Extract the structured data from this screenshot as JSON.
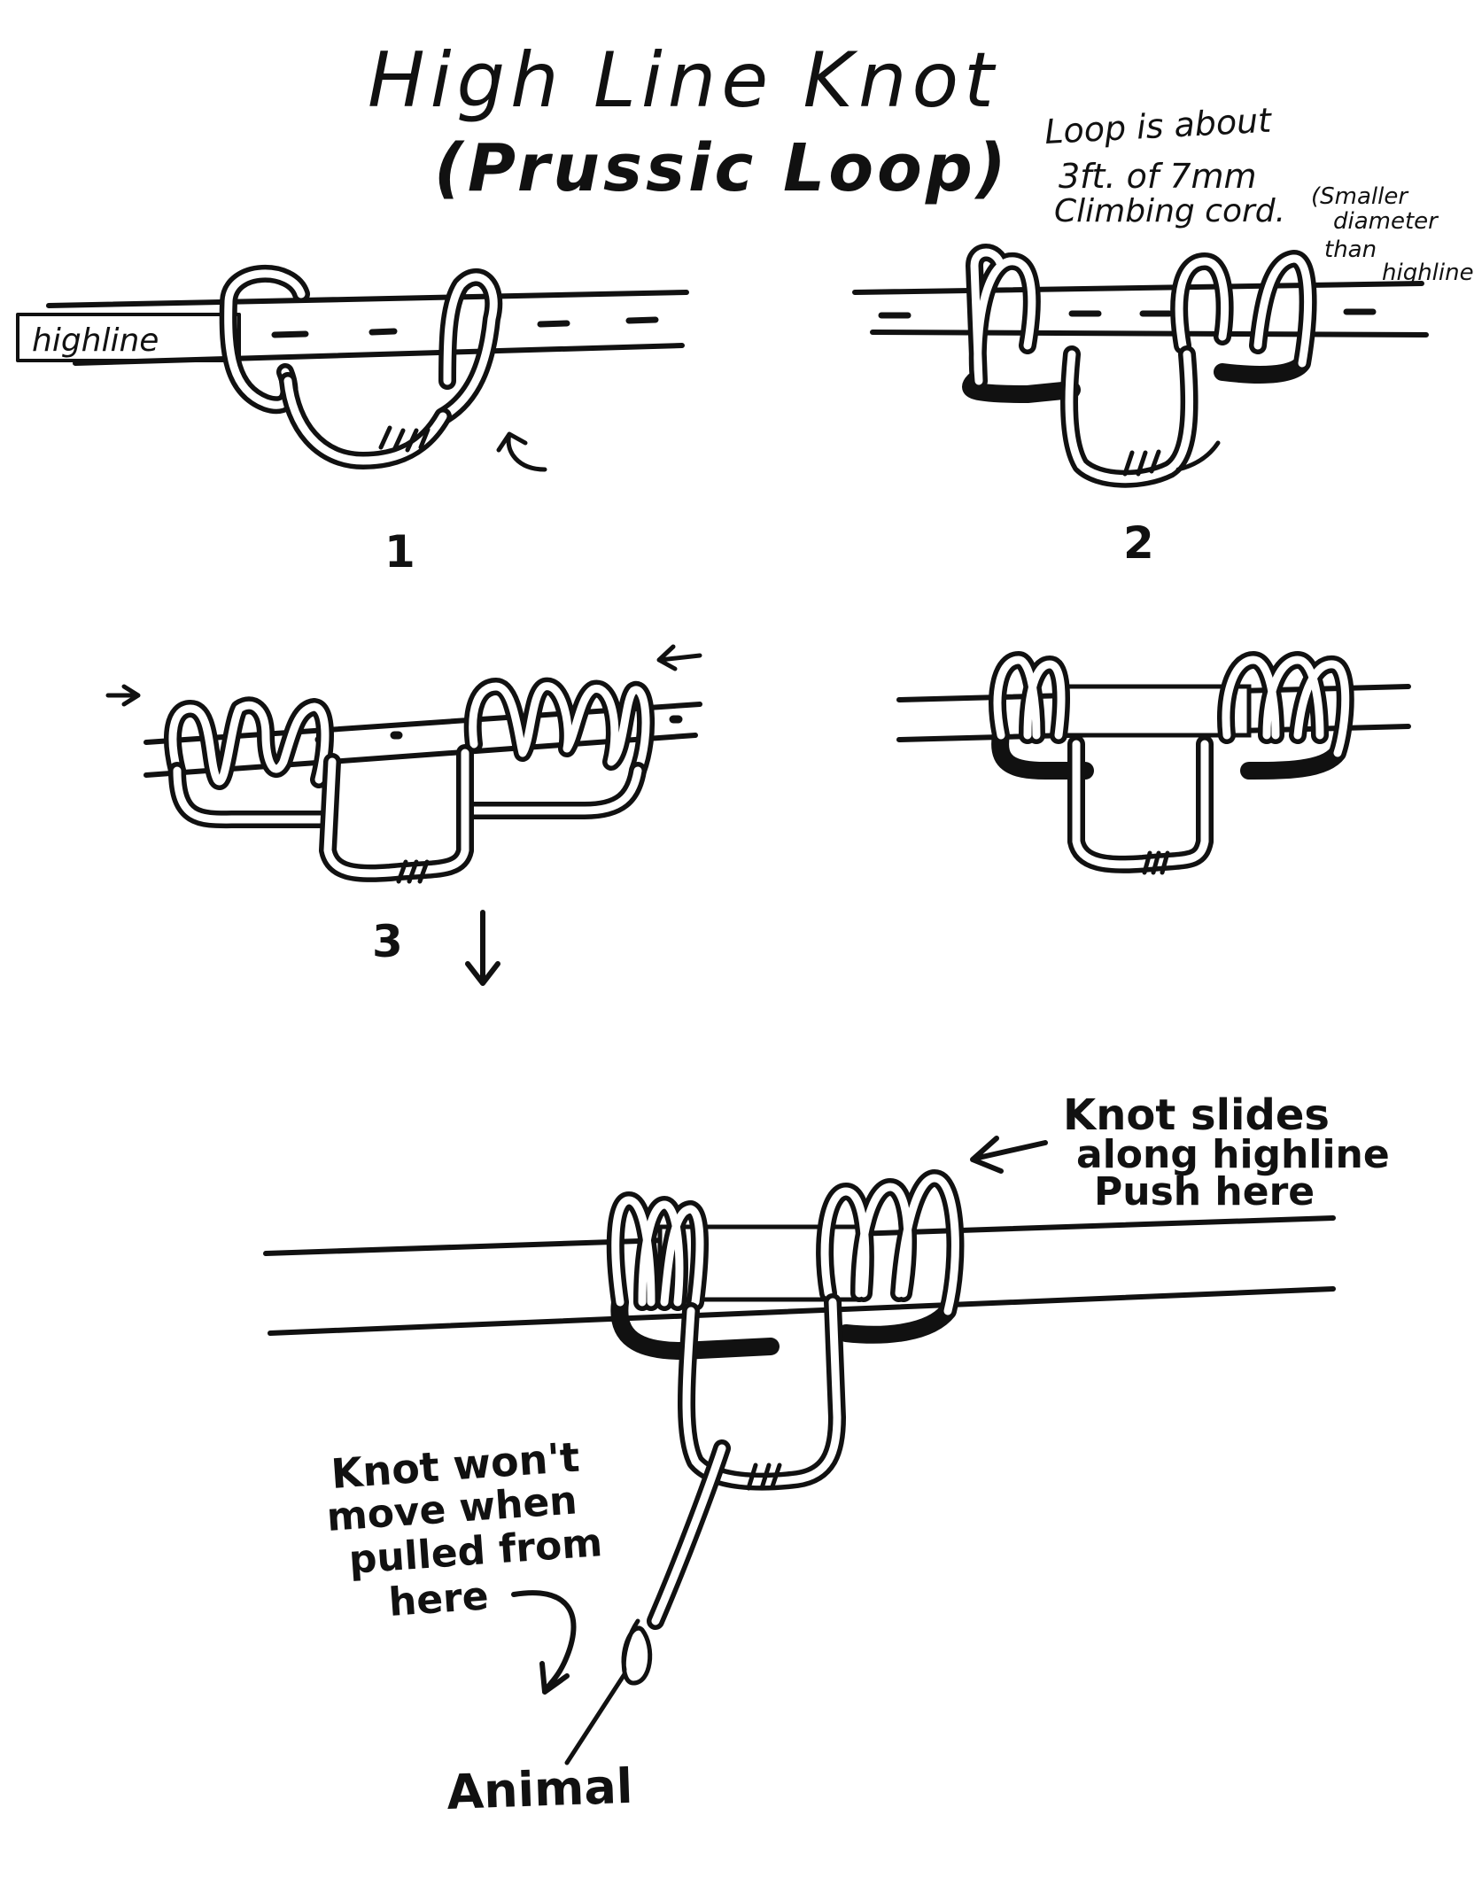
{
  "title": {
    "line1": "High Line Knot",
    "line2": "(Prussic Loop)"
  },
  "note": {
    "line1": "Loop is about",
    "line2": "3ft. of 7mm",
    "line3": "Climbing cord.",
    "aside1": "(Smaller",
    "aside2": "diameter",
    "aside3": "than",
    "aside4": "highline"
  },
  "steps": {
    "step1": {
      "label": "highline",
      "number": "1"
    },
    "step2": {
      "number": "2"
    },
    "step3": {
      "number": "3"
    }
  },
  "final": {
    "slide_note": {
      "line1": "Knot slides",
      "line2": "along highline",
      "line3": "Push here"
    },
    "hold_note": {
      "line1": "Knot won't",
      "line2": "move when",
      "line3": "pulled from",
      "line4": "here"
    },
    "animal_label": "Animal"
  },
  "colors": {
    "ink": "#111111",
    "paper": "#ffffff"
  }
}
